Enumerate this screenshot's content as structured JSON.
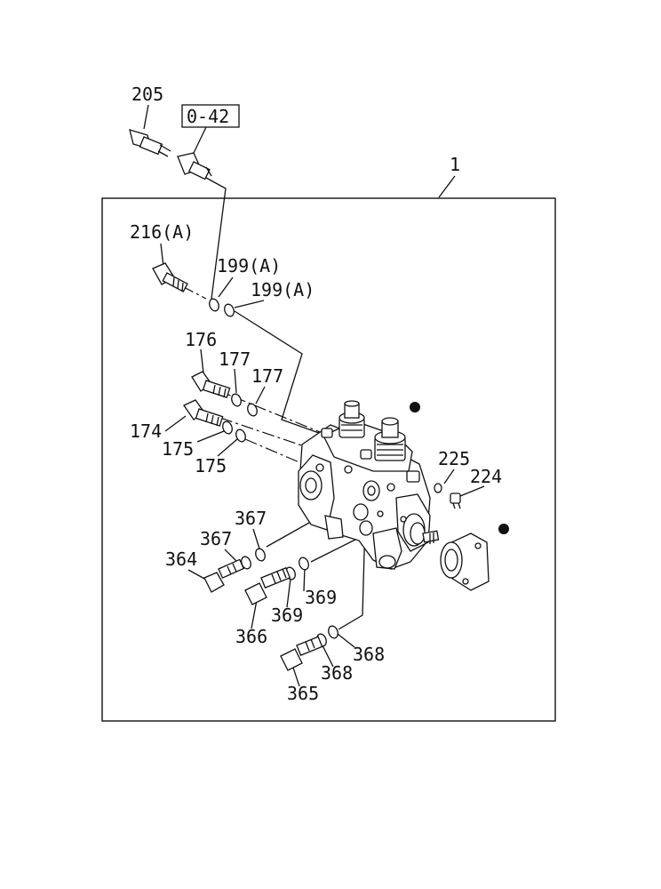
{
  "labels": {
    "l205": "205",
    "l042": "0-42",
    "l1": "1",
    "l216": "216(A)",
    "l199a": "199(A)",
    "l199b": "199(A)",
    "l176": "176",
    "l177a": "177",
    "l177b": "177",
    "l174": "174",
    "l175a": "175",
    "l175b": "175",
    "l225": "225",
    "l224": "224",
    "l367a": "367",
    "l367b": "367",
    "l364": "364",
    "l369a": "369",
    "l369b": "369",
    "l366": "366",
    "l368a": "368",
    "l368b": "368",
    "l365": "365"
  },
  "icons": [
    "pump-icon",
    "bolt-icon",
    "washer-icon",
    "flange-icon",
    "dot-marker-icon"
  ]
}
